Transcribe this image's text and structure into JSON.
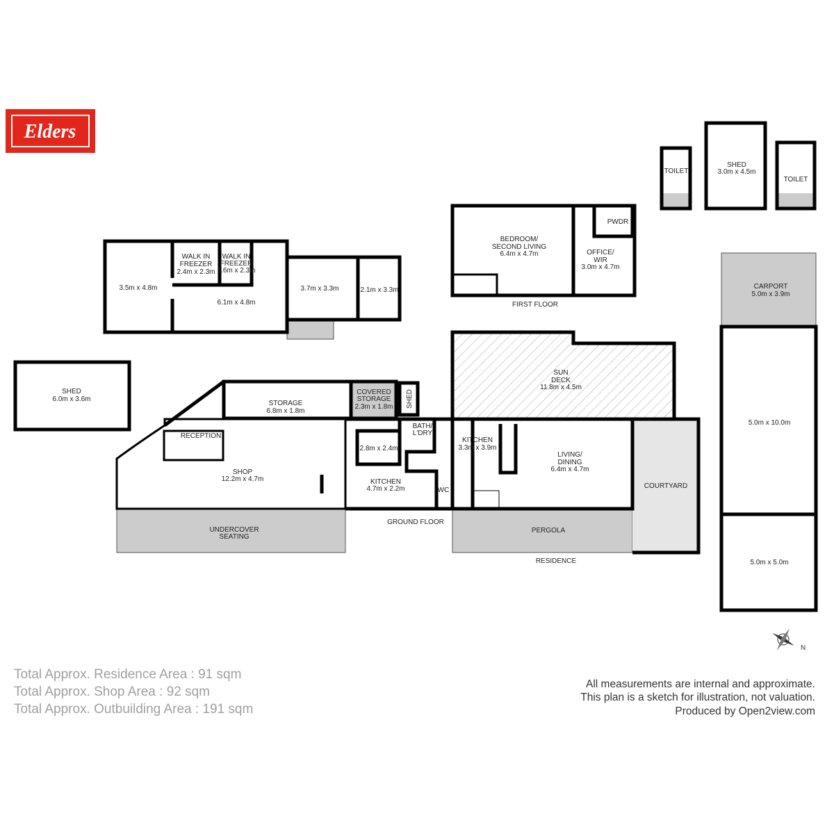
{
  "brand": {
    "logo_text": "Elders",
    "color": "#e1261c"
  },
  "outbuilding_main": {
    "room_a": "3.5m x 4.8m",
    "freezer1": [
      "WALK IN",
      "FREEZER",
      "2.4m x 2.3m"
    ],
    "freezer2": [
      "WALK IN",
      "FREEZER",
      "1.6m x 2.3m"
    ],
    "room_b": "6.1m x 4.8m",
    "room_c": "3.7m x 3.3m",
    "room_d": "2.1m x 3.3m"
  },
  "shed_left": [
    "SHED",
    "6.0m x 3.6m"
  ],
  "shop": {
    "storage": [
      "STORAGE",
      "6.8m x 1.8m"
    ],
    "covered_storage": [
      "COVERED",
      "STORAGE",
      "2.3m x 1.8m"
    ],
    "shed": "SHED",
    "reception": "RECEPTION",
    "shop": [
      "SHOP",
      "12.2m x 4.7m"
    ],
    "undercover": [
      "UNDERCOVER",
      "SEATING"
    ],
    "room": "2.8m x 2.4m",
    "kitchen": [
      "KITCHEN",
      "4.7m x 2.2m"
    ],
    "bath": [
      "BATH/",
      "L'DRY"
    ],
    "wc": "WC",
    "ground_floor": "GROUND FLOOR"
  },
  "residence": {
    "sun_deck": [
      "SUN",
      "DECK",
      "11.8m x 4.5m"
    ],
    "kitchen": [
      "KITCHEN",
      "3.3m x 3.9m"
    ],
    "living": [
      "LIVING/",
      "DINING",
      "6.4m x 4.7m"
    ],
    "courtyard": "COURTYARD",
    "pergola": "PERGOLA",
    "label": "RESIDENCE"
  },
  "first_floor": {
    "bedroom": [
      "BEDROOM/",
      "SECOND LIVING",
      "6.4m x 4.7m"
    ],
    "office": [
      "OFFICE/",
      "WIR",
      "3.0m x 4.7m"
    ],
    "pwdr": "PWDR",
    "label": "FIRST FLOOR"
  },
  "outbuildings_right": {
    "toilet1": "TOILET",
    "shed": [
      "SHED",
      "3.0m x 4.5m"
    ],
    "toilet2": "TOILET",
    "carport": [
      "CARPORT",
      "5.0m x 3.9m"
    ],
    "garage1": "5.0m x 10.0m",
    "garage2": "5.0m x 5.0m"
  },
  "compass": {
    "icon": "compass-rose-icon",
    "letter": "N"
  },
  "areas": [
    "Total Approx. Residence Area : 91 sqm",
    "Total Approx. Shop Area : 92 sqm",
    "Total Approx. Outbuilding Area : 191 sqm"
  ],
  "notes": [
    "All measurements are internal and approximate.",
    "This plan is a sketch for illustration, not valuation.",
    "Produced by Open2view.com"
  ]
}
